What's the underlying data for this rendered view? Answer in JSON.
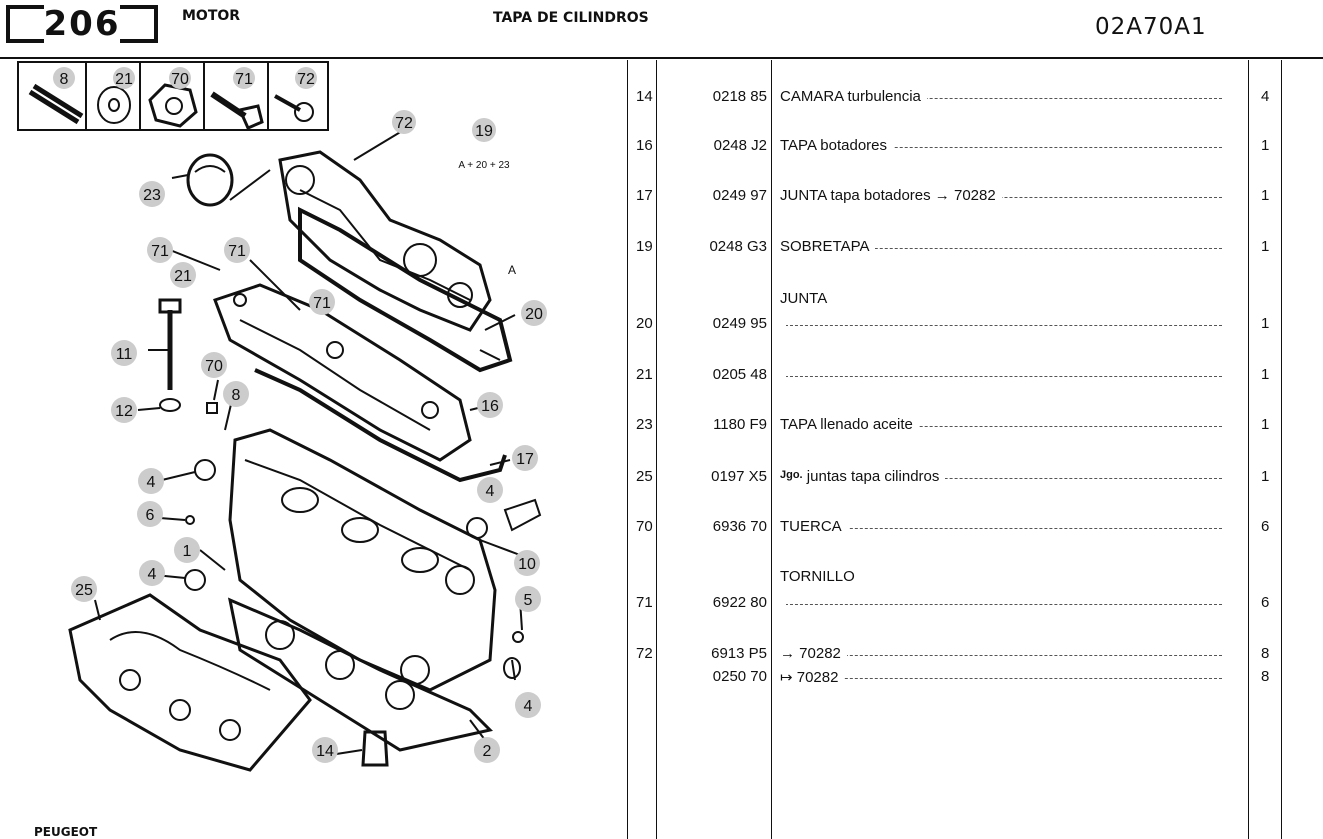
{
  "header": {
    "model": "206",
    "section": "MOTOR",
    "title": "TAPA DE CILINDROS",
    "code": "02A70A1"
  },
  "footer": {
    "brand": "PEUGEOT"
  },
  "diagram": {
    "callouts": [
      "8",
      "21",
      "70",
      "71",
      "72",
      "72",
      "19",
      "A + 20 + 23",
      "23",
      "71",
      "71",
      "21",
      "A",
      "71",
      "20",
      "11",
      "70",
      "8",
      "12",
      "16",
      "17",
      "4",
      "4",
      "6",
      "10",
      "1",
      "4",
      "25",
      "5",
      "4",
      "14",
      "2"
    ]
  },
  "parts": [
    {
      "no": "14",
      "ref": "0218 85",
      "desc": "CAMARA turbulencia",
      "qty": "4"
    },
    {
      "no": "16",
      "ref": "0248 J2",
      "desc": "TAPA botadores",
      "qty": "1"
    },
    {
      "no": "17",
      "ref": "0249 97",
      "desc": "JUNTA tapa botadores → 70282",
      "qty": "1"
    },
    {
      "no": "19",
      "ref": "0248 G3",
      "desc": "SOBRETAPA",
      "qty": "1"
    },
    {
      "no": "20",
      "ref": "0249 95",
      "label": "JUNTA",
      "desc": "",
      "qty": "1"
    },
    {
      "no": "21",
      "ref": "0205 48",
      "desc": "",
      "qty": "1"
    },
    {
      "no": "23",
      "ref": "1180 F9",
      "desc": "TAPA llenado aceite",
      "qty": "1"
    },
    {
      "no": "25",
      "ref": "0197 X5",
      "prefix": "Jgo.",
      "desc": "juntas tapa cilindros",
      "qty": "1"
    },
    {
      "no": "70",
      "ref": "6936 70",
      "desc": "TUERCA",
      "qty": "6"
    },
    {
      "no": "71",
      "ref": "6922 80",
      "label": "TORNILLO",
      "desc": "",
      "qty": "6"
    },
    {
      "no": "72",
      "ref": "6913 P5",
      "desc": "→ 70282",
      "qty": "8"
    },
    {
      "no": "",
      "ref": "0250 70",
      "desc": "↦ 70282",
      "qty": "8"
    }
  ]
}
